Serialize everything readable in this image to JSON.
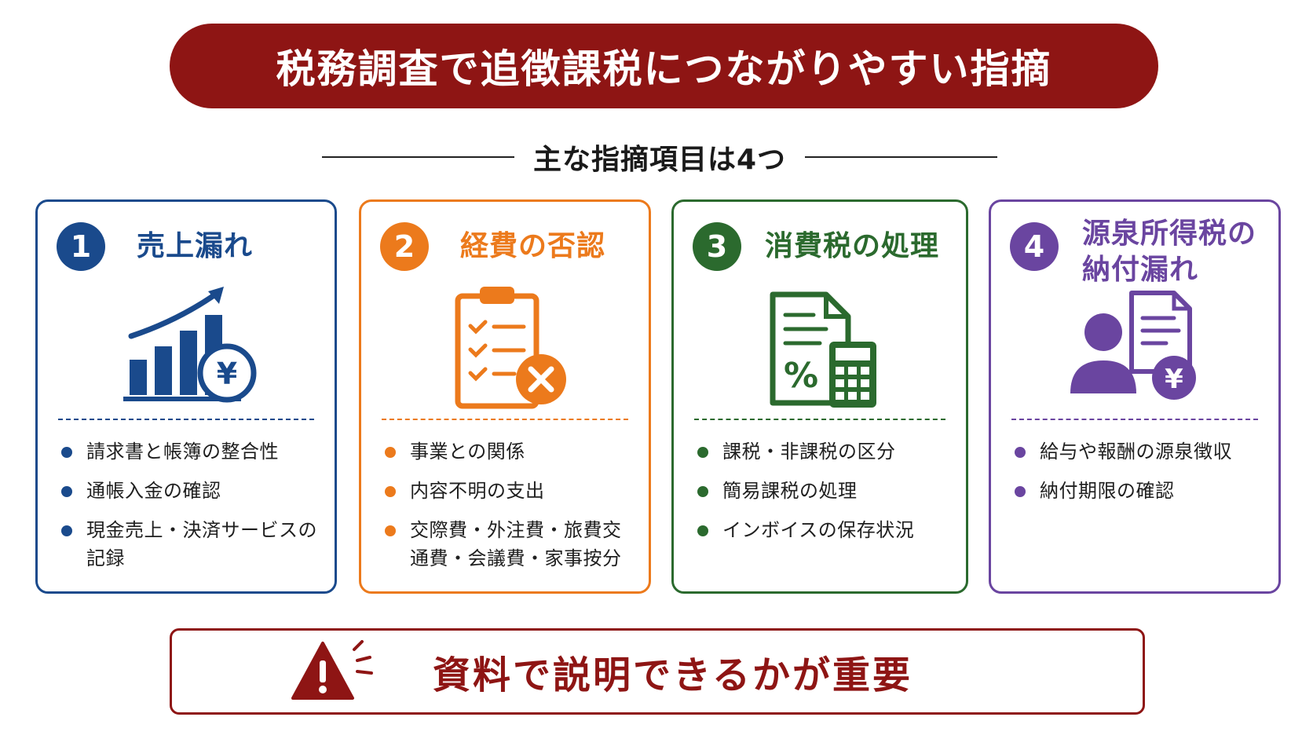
{
  "title": "税務調査で追徴課税につながりやすい指摘",
  "subtitle": "主な指摘項目は4つ",
  "colors": {
    "title_bg": "#8e1514",
    "blue": "#1a4a8c",
    "orange": "#ec7a1c",
    "green": "#2b6a2e",
    "purple": "#6a45a0"
  },
  "cards": [
    {
      "number": "1",
      "title": "売上漏れ",
      "icon": "growth-chart-yen-icon",
      "items": [
        "請求書と帳簿の整合性",
        "通帳入金の確認",
        "現金売上・決済サービスの記録"
      ]
    },
    {
      "number": "2",
      "title": "経費の否認",
      "icon": "clipboard-reject-icon",
      "items": [
        "事業との関係",
        "内容不明の支出",
        "交際費・外注費・旅費交通費・会議費・家事按分"
      ]
    },
    {
      "number": "3",
      "title": "消費税の処理",
      "icon": "tax-document-calculator-icon",
      "items": [
        "課税・非課税の区分",
        "簡易課税の処理",
        "インボイスの保存状況"
      ]
    },
    {
      "number": "4",
      "title": "源泉所得税の納付漏れ",
      "icon": "person-document-yen-icon",
      "items": [
        "給与や報酬の源泉徴収",
        "納付期限の確認"
      ]
    }
  ],
  "bottom": {
    "icon": "warning-icon",
    "text": "資料で説明できるかが重要"
  }
}
